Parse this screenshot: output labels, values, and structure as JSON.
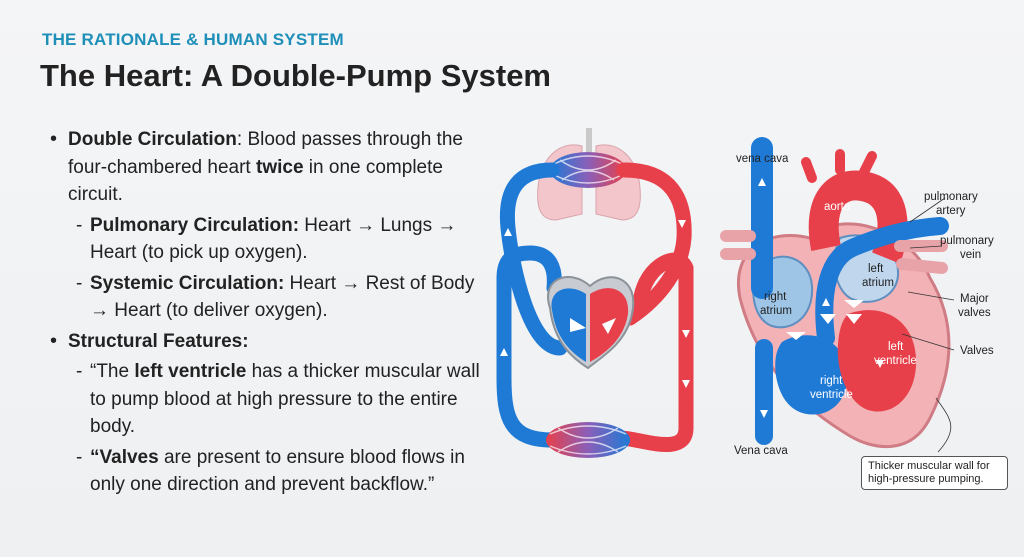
{
  "header": {
    "kicker": "THE RATIONALE & HUMAN SYSTEM",
    "title": "The Heart: A Double-Pump System"
  },
  "bullets": {
    "double": {
      "term": "Double Circulation",
      "text_a": ": Blood passes through the four-chambered heart ",
      "bold": "twice",
      "text_b": " in one complete circuit."
    },
    "pulmonary": {
      "term": "Pulmonary Circulation:",
      "text": " Heart → Lungs → Heart (to pick up oxygen)."
    },
    "systemic": {
      "term": "Systemic Circulation:",
      "text": " Heart → Rest of Body → Heart (to deliver oxygen)."
    },
    "structural": {
      "term": "Structural Features:"
    },
    "ventricle": {
      "text_a": "“The ",
      "bold": "left ventricle",
      "text_b": " has a thicker muscular wall to pump blood at high pressure to the entire body."
    },
    "valves": {
      "bold": "“Valves",
      "text": " are present to ensure blood flows in only one direction and prevent backflow.”"
    }
  },
  "diagram": {
    "labels": {
      "vena_cava_top": "vena cava",
      "vena_cava_bottom": "Vena cava",
      "aorta": "aorta",
      "pulmonary_artery_1": "pulmonary",
      "pulmonary_artery_2": "artery",
      "pulmonary_vein_1": "pulmonary",
      "pulmonary_vein_2": "vein",
      "left_atrium_1": "left",
      "left_atrium_2": "atrium",
      "right_atrium_1": "right",
      "right_atrium_2": "atrium",
      "major_valves_1": "Major",
      "major_valves_2": "valves",
      "valves": "Valves",
      "left_ventricle_1": "left",
      "left_ventricle_2": "ventricle",
      "right_ventricle_1": "right",
      "right_ventricle_2": "ventricle"
    },
    "note": "Thicker muscular wall for high-pressure pumping.",
    "colors": {
      "oxygenated": "#e8404a",
      "deoxygenated": "#1f7ad6",
      "lungs": "#f3c6cc",
      "muscle": "#f2b2b6"
    }
  }
}
